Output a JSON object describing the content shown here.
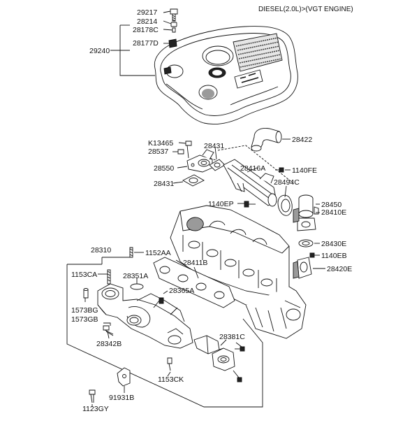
{
  "diagram": {
    "title": "DIESEL(2.0L)>(VGT ENGINE)",
    "line_color": "#111111",
    "part_fill": "#ffffff",
    "shade_color": "#9a9a9a",
    "parts": [
      {
        "id": "p29217",
        "label": "29217"
      },
      {
        "id": "p28214",
        "label": "28214"
      },
      {
        "id": "p28178C",
        "label": "28178C"
      },
      {
        "id": "p29240",
        "label": "29240"
      },
      {
        "id": "p28177D",
        "label": "28177D"
      },
      {
        "id": "pK13465",
        "label": "K13465"
      },
      {
        "id": "p28537",
        "label": "28537"
      },
      {
        "id": "p28431a",
        "label": "28431"
      },
      {
        "id": "p28550",
        "label": "28550"
      },
      {
        "id": "p28431b",
        "label": "28431"
      },
      {
        "id": "p28416A",
        "label": "28416A"
      },
      {
        "id": "p28422",
        "label": "28422"
      },
      {
        "id": "p1140FE",
        "label": "1140FE"
      },
      {
        "id": "p28494C",
        "label": "28494C"
      },
      {
        "id": "p1140EP",
        "label": "1140EP"
      },
      {
        "id": "p28450",
        "label": "28450"
      },
      {
        "id": "p28410E",
        "label": "28410E"
      },
      {
        "id": "p28430E",
        "label": "28430E"
      },
      {
        "id": "p1140EB",
        "label": "1140EB"
      },
      {
        "id": "p28420E",
        "label": "28420E"
      },
      {
        "id": "p28310",
        "label": "28310"
      },
      {
        "id": "p1152AA",
        "label": "1152AA"
      },
      {
        "id": "p1153CA",
        "label": "1153CA"
      },
      {
        "id": "p28351A",
        "label": "28351A"
      },
      {
        "id": "p28411B",
        "label": "28411B"
      },
      {
        "id": "p28365A",
        "label": "28365A"
      },
      {
        "id": "p1573BG",
        "label": "1573BG"
      },
      {
        "id": "p1573GB",
        "label": "1573GB"
      },
      {
        "id": "p28342B",
        "label": "28342B"
      },
      {
        "id": "p28381C",
        "label": "28381C"
      },
      {
        "id": "p1153CK",
        "label": "1153CK"
      },
      {
        "id": "p91931B",
        "label": "91931B"
      },
      {
        "id": "p1123GY",
        "label": "1123GY"
      }
    ]
  }
}
